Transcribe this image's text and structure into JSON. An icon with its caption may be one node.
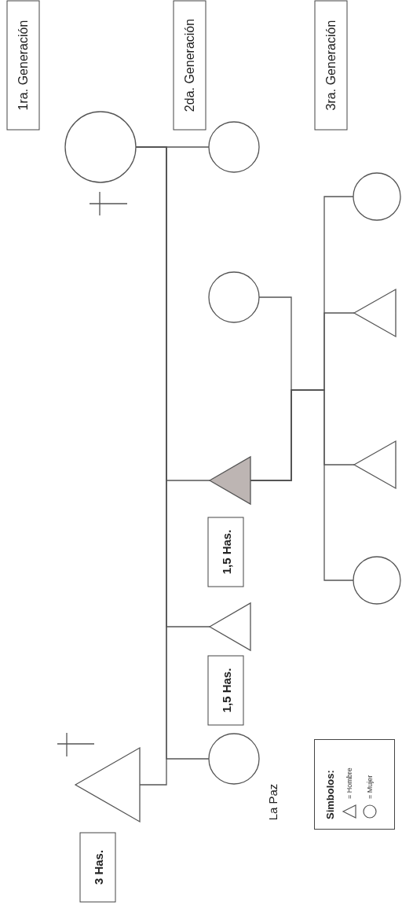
{
  "diagram": {
    "nodes": [
      {
        "text": [
          "1ra. Generación"
        ]
      },
      {
        "text": [
          "2da. Generación"
        ]
      },
      {
        "text": [
          "3ra. Generación"
        ]
      },
      {
        "text": [],
        "shape": "circle"
      },
      {
        "text": [],
        "shape": "circle"
      },
      {
        "text": [],
        "shape": "circle"
      },
      {
        "text": [],
        "shape": "triangle"
      },
      {
        "text": [
          "1,5 Has."
        ]
      },
      {
        "text": [],
        "shape": "triangle"
      },
      {
        "text": [
          "1,5 Has."
        ]
      },
      {
        "text": [],
        "shape": "circle",
        "beside": [
          "La Paz"
        ]
      },
      {
        "text": [],
        "shape": "triangle"
      },
      {
        "text": [
          "3 Has."
        ]
      },
      {
        "text": [],
        "shape": "circle"
      },
      {
        "text": [],
        "shape": "triangle"
      },
      {
        "text": [],
        "shape": "triangle"
      },
      {
        "text": [],
        "shape": "circle"
      }
    ],
    "edges": [
      {
        "from": 3,
        "to": 11,
        "arrow": "none"
      },
      {
        "from": 3,
        "to": 4,
        "arrow": "none"
      },
      {
        "from": 3,
        "to": 6,
        "arrow": "none"
      },
      {
        "from": 3,
        "to": 8,
        "arrow": "none"
      },
      {
        "from": 3,
        "to": 10,
        "arrow": "none"
      },
      {
        "from": 5,
        "to": 6,
        "arrow": "none"
      },
      {
        "from": 6,
        "to": 13,
        "arrow": "none"
      },
      {
        "from": 6,
        "to": 14,
        "arrow": "none"
      },
      {
        "from": 6,
        "to": 15,
        "arrow": "none"
      },
      {
        "from": 6,
        "to": 16,
        "arrow": "none"
      }
    ],
    "labels": [
      "Simbolos:"
    ],
    "legend": [
      {
        "text": "= Hombre"
      },
      {
        "text": "= Mujer"
      }
    ]
  }
}
